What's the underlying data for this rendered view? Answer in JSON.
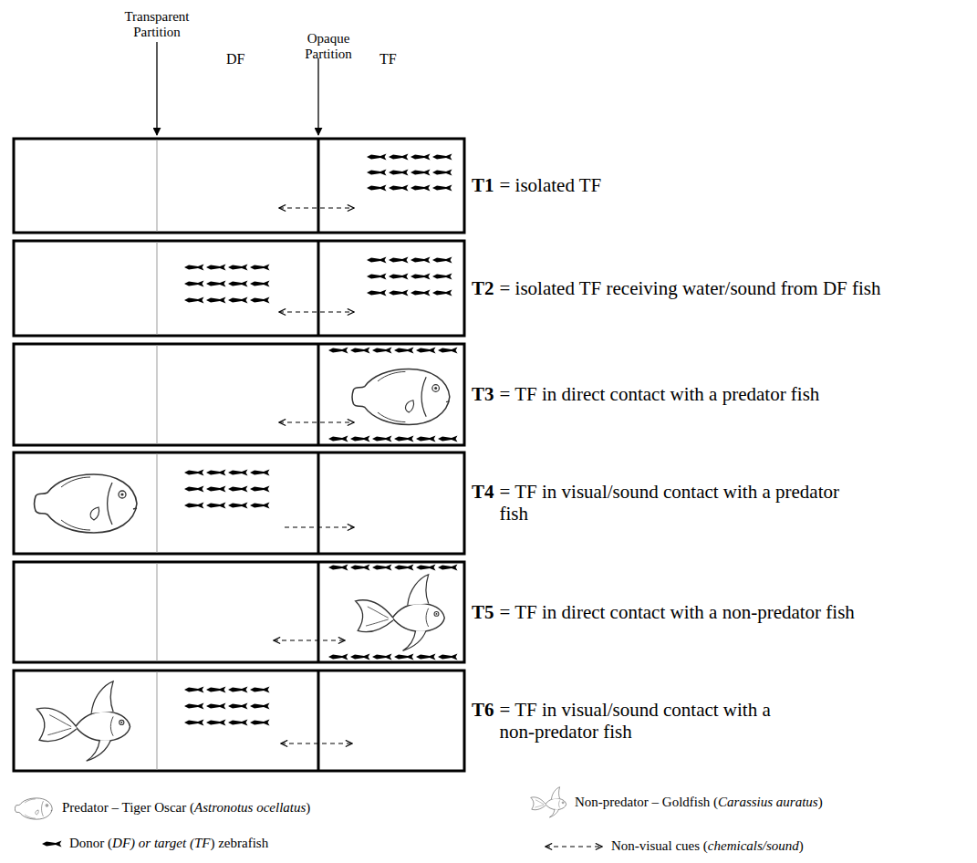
{
  "diagram": {
    "labels": [
      "Transparent Partition",
      "Opaque Partition",
      "DF",
      "TF",
      "T1",
      "= isolated TF",
      "T2",
      "= isolated TF receiving water/sound from DF fish",
      "T3",
      "= TF in direct contact with a predator fish",
      "T4",
      "= TF in visual/sound contact with a predator fish",
      "T5",
      "= TF in direct contact with a non-predator fish",
      "T6",
      "= TF in visual/sound contact with a non-predator fish"
    ],
    "legend": [
      {
        "text": "Predator – Tiger Oscar (Astronotus ocellatus)"
      },
      {
        "text": "Non-predator – Goldfish (Carassius auratus)"
      },
      {
        "text": "Donor (DF) or target (TF) zebrafish"
      },
      {
        "text": "Non-visual cues (chemicals/sound)"
      }
    ]
  }
}
